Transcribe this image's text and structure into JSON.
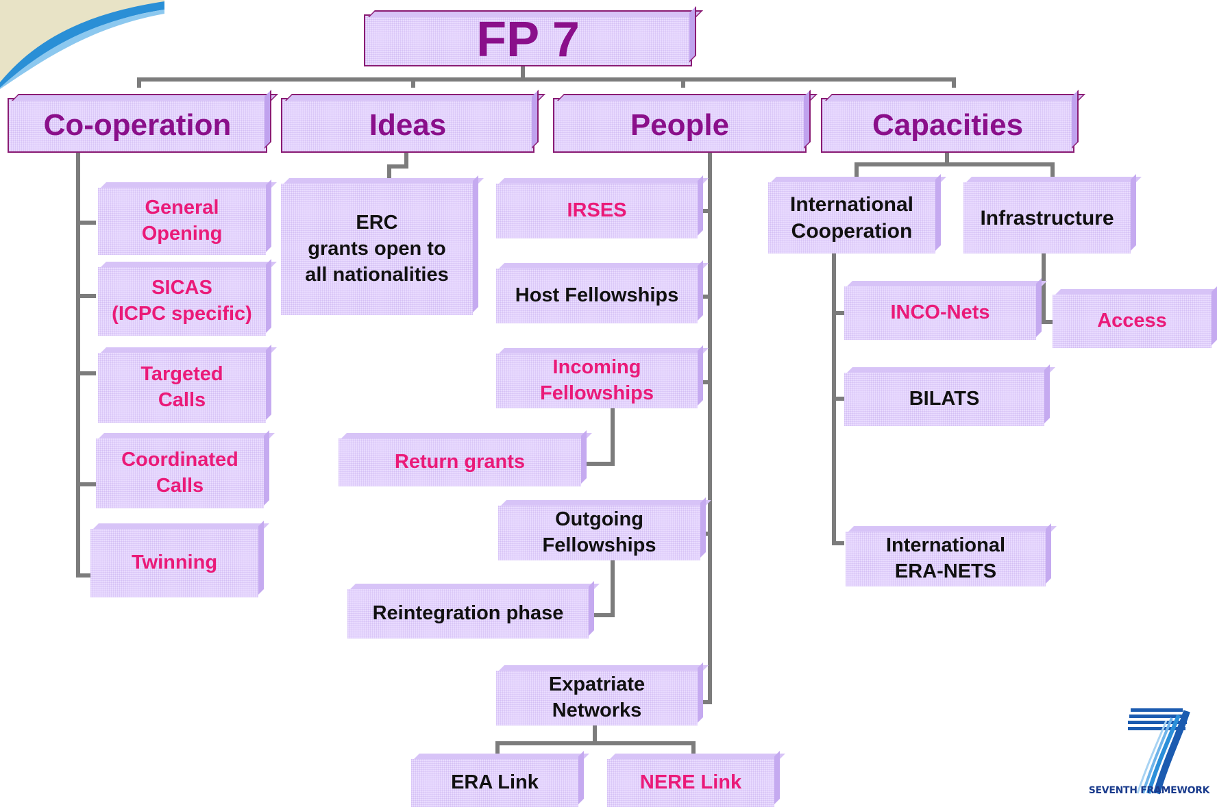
{
  "title": "FP 7",
  "pillars": {
    "cooperation": "Co-operation",
    "ideas": "Ideas",
    "people": "People",
    "capacities": "Capacities"
  },
  "cooperation_items": {
    "general": "General\nOpening",
    "sicas": "SICAS\n(ICPC specific)",
    "targeted": "Targeted\nCalls",
    "coordinated": "Coordinated\nCalls",
    "twinning": "Twinning"
  },
  "ideas_items": {
    "erc": "ERC\ngrants open to\nall nationalities"
  },
  "people_items": {
    "irses": "IRSES",
    "host": "Host Fellowships",
    "incoming": "Incoming\nFellowships",
    "return": "Return grants",
    "outgoing": "Outgoing\nFellowships",
    "reintegration": "Reintegration phase",
    "expatriate": "Expatriate\nNetworks",
    "era_link": "ERA Link",
    "nere_link": "NERE Link"
  },
  "capacities_items": {
    "intl_coop": "International\nCooperation",
    "infrastructure": "Infrastructure",
    "inco_nets": "INCO-Nets",
    "access": "Access",
    "bilats": "BILATS",
    "era_nets": "International\nERA-NETS"
  },
  "logo": {
    "icon": "fp7-seven-logo-icon",
    "text": "SEVENTH FRAMEWORK"
  },
  "colors": {
    "box_fill": "#eadcff",
    "pillar_text": "#8a0f8a",
    "pink_text": "#ea1a78",
    "black_text": "#111111",
    "connector": "#7c7c7c"
  }
}
